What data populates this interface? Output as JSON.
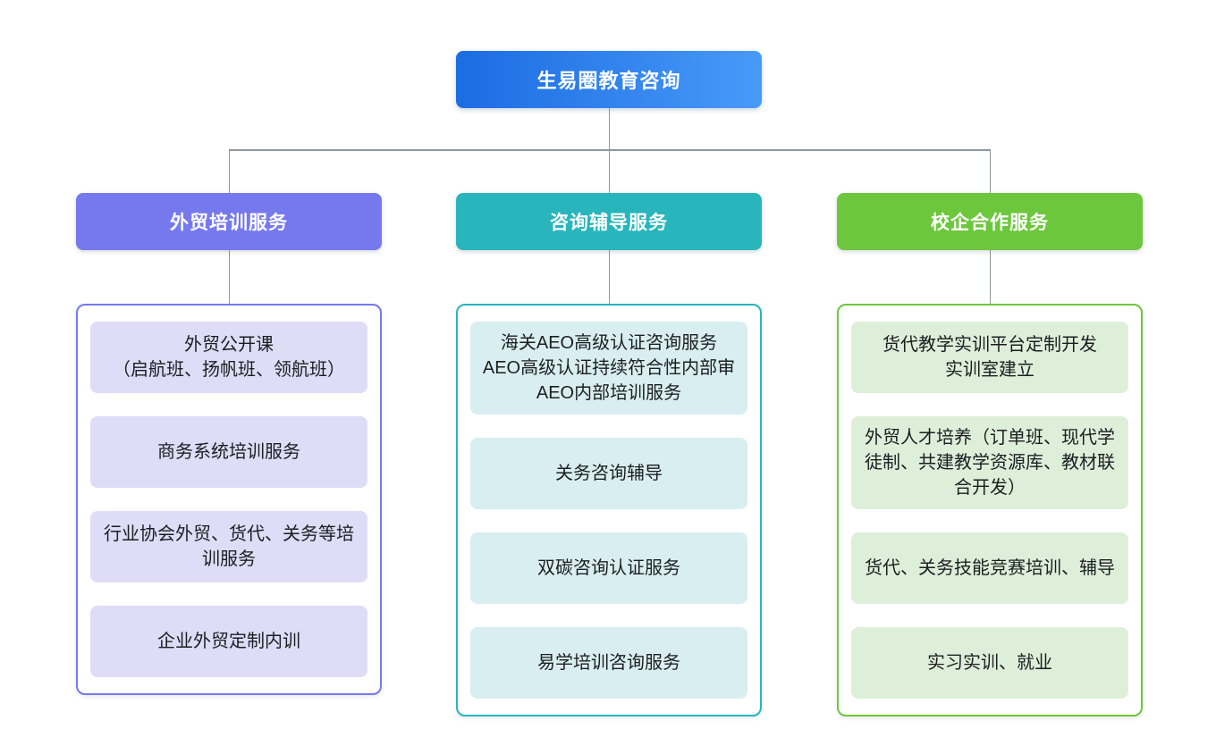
{
  "root": {
    "label": "生易圈教育咨询",
    "gradient_from": "#1c6ce2",
    "gradient_to": "#479af8"
  },
  "connector_color": "#8e96a0",
  "branches": [
    {
      "id": "foreign-trade-training",
      "label": "外贸培训服务",
      "color": "#7679ee",
      "item_bg": "#dedcf7",
      "items": [
        "外贸公开课\n（启航班、扬帆班、领航班）",
        "商务系统培训服务",
        "行业协会外贸、货代、关务等培训服务",
        "企业外贸定制内训"
      ]
    },
    {
      "id": "consulting-coaching",
      "label": "咨询辅导服务",
      "color": "#28b6bc",
      "item_bg": "#d9eef1",
      "items": [
        "海关AEO高级认证咨询服务\nAEO高级认证持续符合性内部审\nAEO内部培训服务",
        "关务咨询辅导",
        "双碳咨询认证服务",
        "易学培训咨询服务"
      ]
    },
    {
      "id": "school-enterprise-cooperation",
      "label": "校企合作服务",
      "color": "#6dc73d",
      "item_bg": "#ddefd9",
      "items": [
        "货代教学实训平台定制开发\n实训室建立",
        "外贸人才培养（订单班、现代学徒制、共建教学资源库、教材联合开发）",
        "货代、关务技能竞赛培训、辅导",
        "实习实训、就业"
      ]
    }
  ]
}
